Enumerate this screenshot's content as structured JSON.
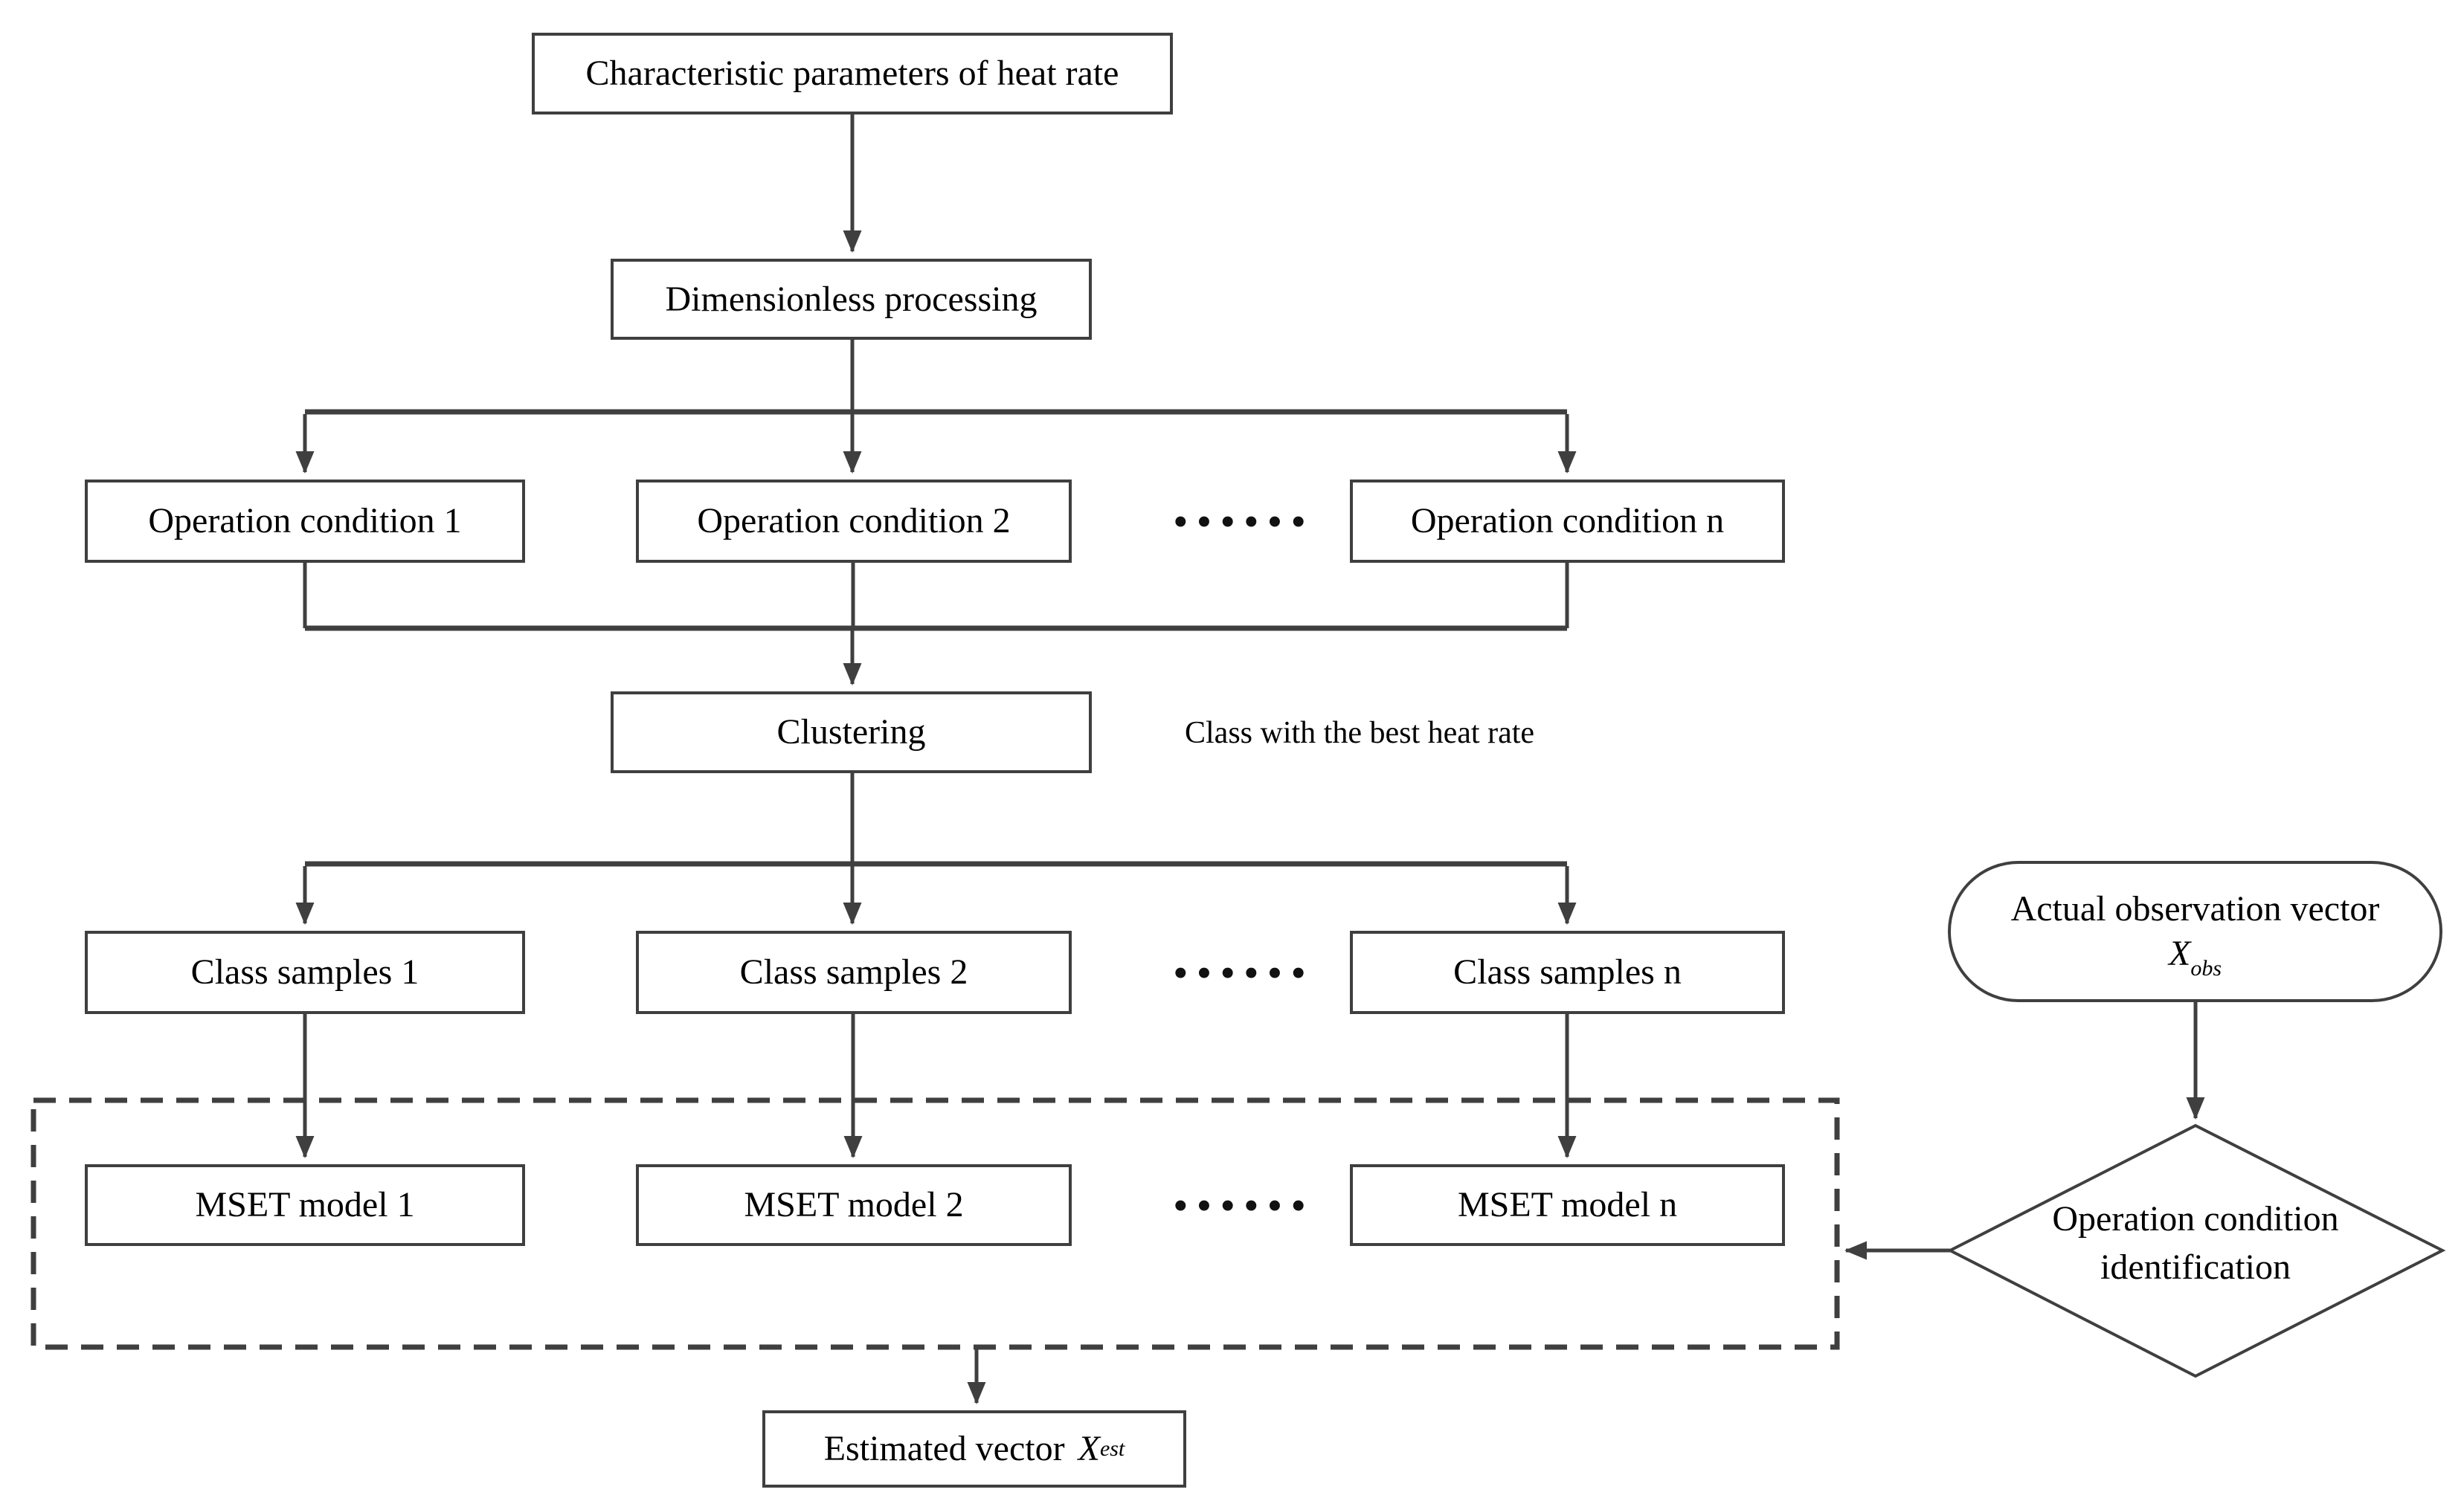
{
  "diagram": {
    "background": "#ffffff",
    "line_color": "#3f3f3f",
    "text_color": "#000000",
    "nodes": {
      "characteristic_parameters": {
        "label": "Characteristic parameters of heat rate"
      },
      "dimensionless_processing": {
        "label": "Dimensionless processing"
      },
      "operation_condition_1": {
        "label": "Operation condition 1"
      },
      "operation_condition_2": {
        "label": "Operation condition 2"
      },
      "operation_condition_n": {
        "label": "Operation condition n"
      },
      "clustering": {
        "label": "Clustering"
      },
      "clustering_annotation": {
        "label": "Class with the best heat rate"
      },
      "class_samples_1": {
        "label": "Class samples 1"
      },
      "class_samples_2": {
        "label": "Class samples 2"
      },
      "class_samples_n": {
        "label": "Class samples n"
      },
      "mset_model_1": {
        "label": "MSET model 1"
      },
      "mset_model_2": {
        "label": "MSET model 2"
      },
      "mset_model_n": {
        "label": "MSET model n"
      },
      "estimated_vector": {
        "prefix": "Estimated vector",
        "var": "X",
        "sub": "est"
      },
      "actual_observation_vector": {
        "line1": "Actual observation vector",
        "var": "X",
        "sub": "obs"
      },
      "operation_condition_identification": {
        "line1": "Operation condition",
        "line2": "identification"
      }
    },
    "ellipsis": {
      "operation_row": "······",
      "class_samples_row": "······",
      "mset_row": "······"
    }
  }
}
